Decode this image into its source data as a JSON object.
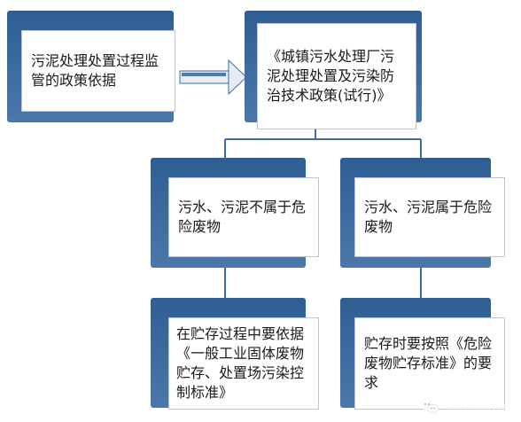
{
  "nodes": {
    "root": "污泥处理处置过程监管的政策依据",
    "policy": "《城镇污水处理厂污泥处理处置及污染防治技术政策(试行)》",
    "not_hazardous": "污水、污泥不属于危险废物",
    "hazardous": "污水、污泥属于危险废物",
    "general_standard": "在贮存过程中要依据《一般工业固体废物贮存、处置场污染控制标准》",
    "hazardous_standard": "贮存时要按照《危险废物贮存标准》的要求"
  },
  "watermark": {
    "text": "中旧协固委会",
    "icon": "wechat-icon"
  },
  "colors": {
    "box_dark": "#2f5e93",
    "box_light": "#4a78ab",
    "line": "#3d6ea5",
    "arrow": "#3d6ea5"
  }
}
